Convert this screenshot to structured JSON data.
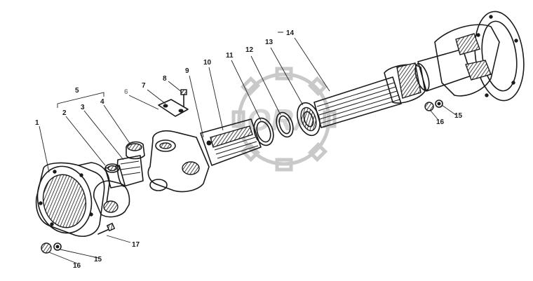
{
  "diagram": {
    "watermark_text": "ORA",
    "callouts": [
      {
        "id": "label-1",
        "text": "1"
      },
      {
        "id": "label-2",
        "text": "2"
      },
      {
        "id": "label-3",
        "text": "3"
      },
      {
        "id": "label-4",
        "text": "4"
      },
      {
        "id": "label-5",
        "text": "5"
      },
      {
        "id": "label-6",
        "text": "6"
      },
      {
        "id": "label-7",
        "text": "7"
      },
      {
        "id": "label-8",
        "text": "8"
      },
      {
        "id": "label-9",
        "text": "9"
      },
      {
        "id": "label-10",
        "text": "10"
      },
      {
        "id": "label-11",
        "text": "11"
      },
      {
        "id": "label-12",
        "text": "12"
      },
      {
        "id": "label-13",
        "text": "13"
      },
      {
        "id": "label-14",
        "text": "14"
      },
      {
        "id": "label-15a",
        "text": "15"
      },
      {
        "id": "label-16a",
        "text": "16"
      },
      {
        "id": "label-15b",
        "text": "15"
      },
      {
        "id": "label-16b",
        "text": "16"
      },
      {
        "id": "label-17",
        "text": "17"
      }
    ],
    "colors": {
      "ink": "#1a1a1a",
      "watermark": "#c9c9c9",
      "muted_label": "#8a8a8a"
    }
  }
}
